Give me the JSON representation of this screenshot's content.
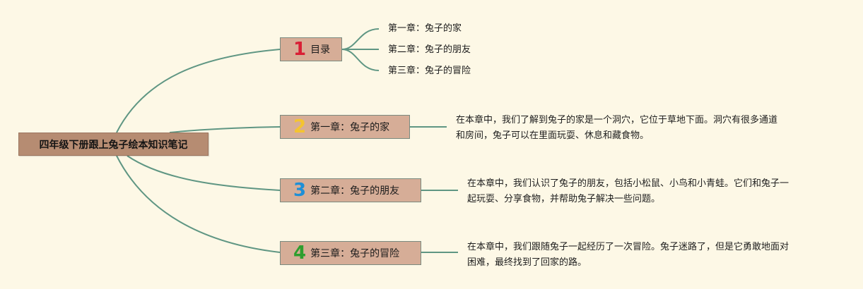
{
  "root": {
    "label": "四年级下册跟上兔子绘本知识笔记"
  },
  "branches": [
    {
      "number": "1",
      "color": "#d91f35",
      "label": "目录",
      "children": [
        "第一章：兔子的家",
        "第二章：兔子的朋友",
        "第三章：兔子的冒险"
      ]
    },
    {
      "number": "2",
      "color": "#f4c430",
      "label": "第一章：兔子的家",
      "description_lines": [
        "在本章中，我们了解到兔子的家是一个洞穴，它位于草地下面。洞穴有很多通道",
        "和房间，兔子可以在里面玩耍、休息和藏食物。"
      ]
    },
    {
      "number": "3",
      "color": "#1f8fd6",
      "label": "第二章：兔子的朋友",
      "description_lines": [
        "在本章中，我们认识了兔子的朋友，包括小松鼠、小鸟和小青蛙。它们和兔子一",
        "起玩耍、分享食物，并帮助兔子解决一些问题。"
      ]
    },
    {
      "number": "4",
      "color": "#2e9e2e",
      "label": "第三章：兔子的冒险",
      "description_lines": [
        "在本章中，我们跟随兔子一起经历了一次冒险。兔子迷路了，但是它勇敢地面对",
        "困难，最终找到了回家的路。"
      ]
    }
  ],
  "colors": {
    "connector": "#5f9683",
    "background": "#fdf8e6"
  }
}
